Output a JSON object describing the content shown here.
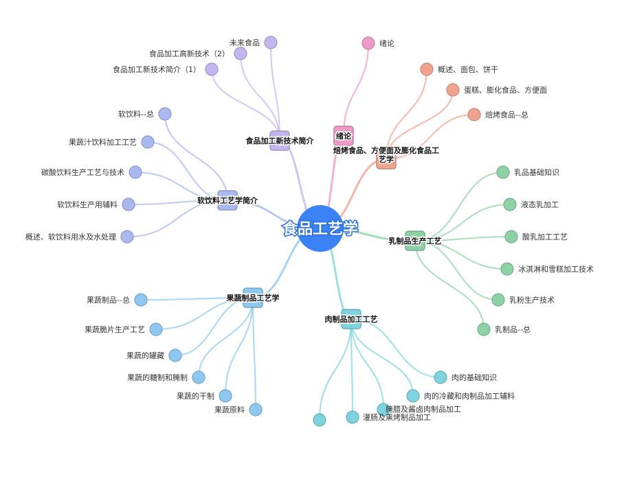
{
  "root": {
    "label": "食品工艺学",
    "color": "#3b82f6"
  },
  "branches": [
    {
      "key": "xulun",
      "label": "绪论",
      "color": "#ee9ac8",
      "children": [
        "绪论"
      ]
    },
    {
      "key": "bake",
      "label": "焙烤食品、方便面及膨化食品工艺学",
      "label_lines": [
        "焙烤食品、方便面及膨化食品工",
        "艺学"
      ],
      "color": "#f0a38f",
      "children": [
        "概述、面包、饼干",
        "蛋糕、膨化食品、方便面",
        "焙烤食品--总"
      ]
    },
    {
      "key": "dairy",
      "label": "乳制品生产工艺",
      "color": "#8fd1a6",
      "children": [
        "乳品基础知识",
        "液态乳加工",
        "酸乳加工工艺",
        "冰淇淋和雪糕加工技术",
        "乳粉生产技术",
        "乳制品--总"
      ]
    },
    {
      "key": "meat",
      "label": "肉制品加工工艺",
      "color": "#7fd3de",
      "children": [
        "肉的基础知识",
        "肉的冷藏和肉制品加工辅料",
        "腌腊及酱卤肉制品加工",
        "灌肠及熏烤制品加工",
        ""
      ]
    },
    {
      "key": "fruit",
      "label": "果蔬制品工艺学",
      "color": "#8ec7ef",
      "children": [
        "果蔬制品--总",
        "果蔬脆片生产工艺",
        "果蔬的罐藏",
        "果蔬的糖制和腌制",
        "果蔬的干制",
        "果蔬原料"
      ]
    },
    {
      "key": "drink",
      "label": "软饮料工艺学简介",
      "color": "#a9b8ef",
      "children": [
        "软饮料--总",
        "果蔬汁饮料加工工艺",
        "碳酸饮料生产工艺与技术",
        "软饮料生产用辅料",
        "概述、软饮料用水及水处理"
      ]
    },
    {
      "key": "newtech",
      "label": "食品加工新技术简介",
      "color": "#c3b6ee",
      "children": [
        "未来食品",
        "食品加工高新技术（2）",
        "食品加工新技术简介（1）"
      ]
    }
  ]
}
